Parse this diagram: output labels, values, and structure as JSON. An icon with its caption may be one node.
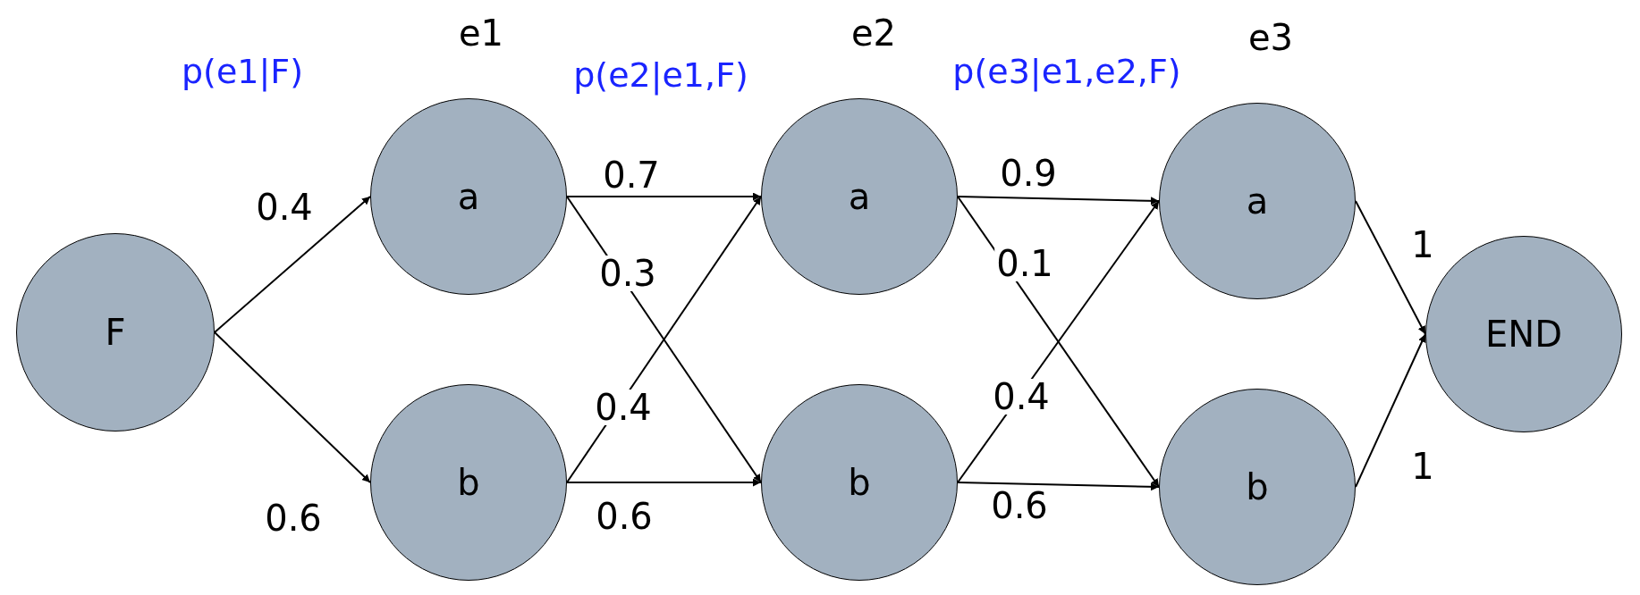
{
  "diagram": {
    "nodes": [
      {
        "text": [
          "F"
        ]
      },
      {
        "text": [
          "a"
        ]
      },
      {
        "text": [
          "b"
        ]
      },
      {
        "text": [
          "a"
        ]
      },
      {
        "text": [
          "b"
        ]
      },
      {
        "text": [
          "a"
        ]
      },
      {
        "text": [
          "b"
        ]
      },
      {
        "text": [
          "END"
        ]
      }
    ],
    "edges": [
      {
        "from": 0,
        "to": 1,
        "arrow": "to",
        "label": "0.4"
      },
      {
        "from": 0,
        "to": 2,
        "arrow": "to",
        "label": "0.6"
      },
      {
        "from": 1,
        "to": 3,
        "arrow": "to",
        "label": "0.7"
      },
      {
        "from": 1,
        "to": 4,
        "arrow": "to",
        "label": "0.3"
      },
      {
        "from": 2,
        "to": 3,
        "arrow": "to",
        "label": "0.4"
      },
      {
        "from": 2,
        "to": 4,
        "arrow": "to",
        "label": "0.6"
      },
      {
        "from": 3,
        "to": 5,
        "arrow": "to",
        "label": "0.9"
      },
      {
        "from": 3,
        "to": 6,
        "arrow": "to",
        "label": "0.1"
      },
      {
        "from": 4,
        "to": 5,
        "arrow": "to",
        "label": "0.4"
      },
      {
        "from": 4,
        "to": 6,
        "arrow": "to",
        "label": "0.6"
      },
      {
        "from": 5,
        "to": 7,
        "arrow": "to",
        "label": "1"
      },
      {
        "from": 6,
        "to": 7,
        "arrow": "to",
        "label": "1"
      }
    ],
    "labels": [
      "e1",
      "e2",
      "e3",
      "p(e1|F)",
      "p(e2|e1,F)",
      "p(e3|e1,e2,F)"
    ]
  }
}
